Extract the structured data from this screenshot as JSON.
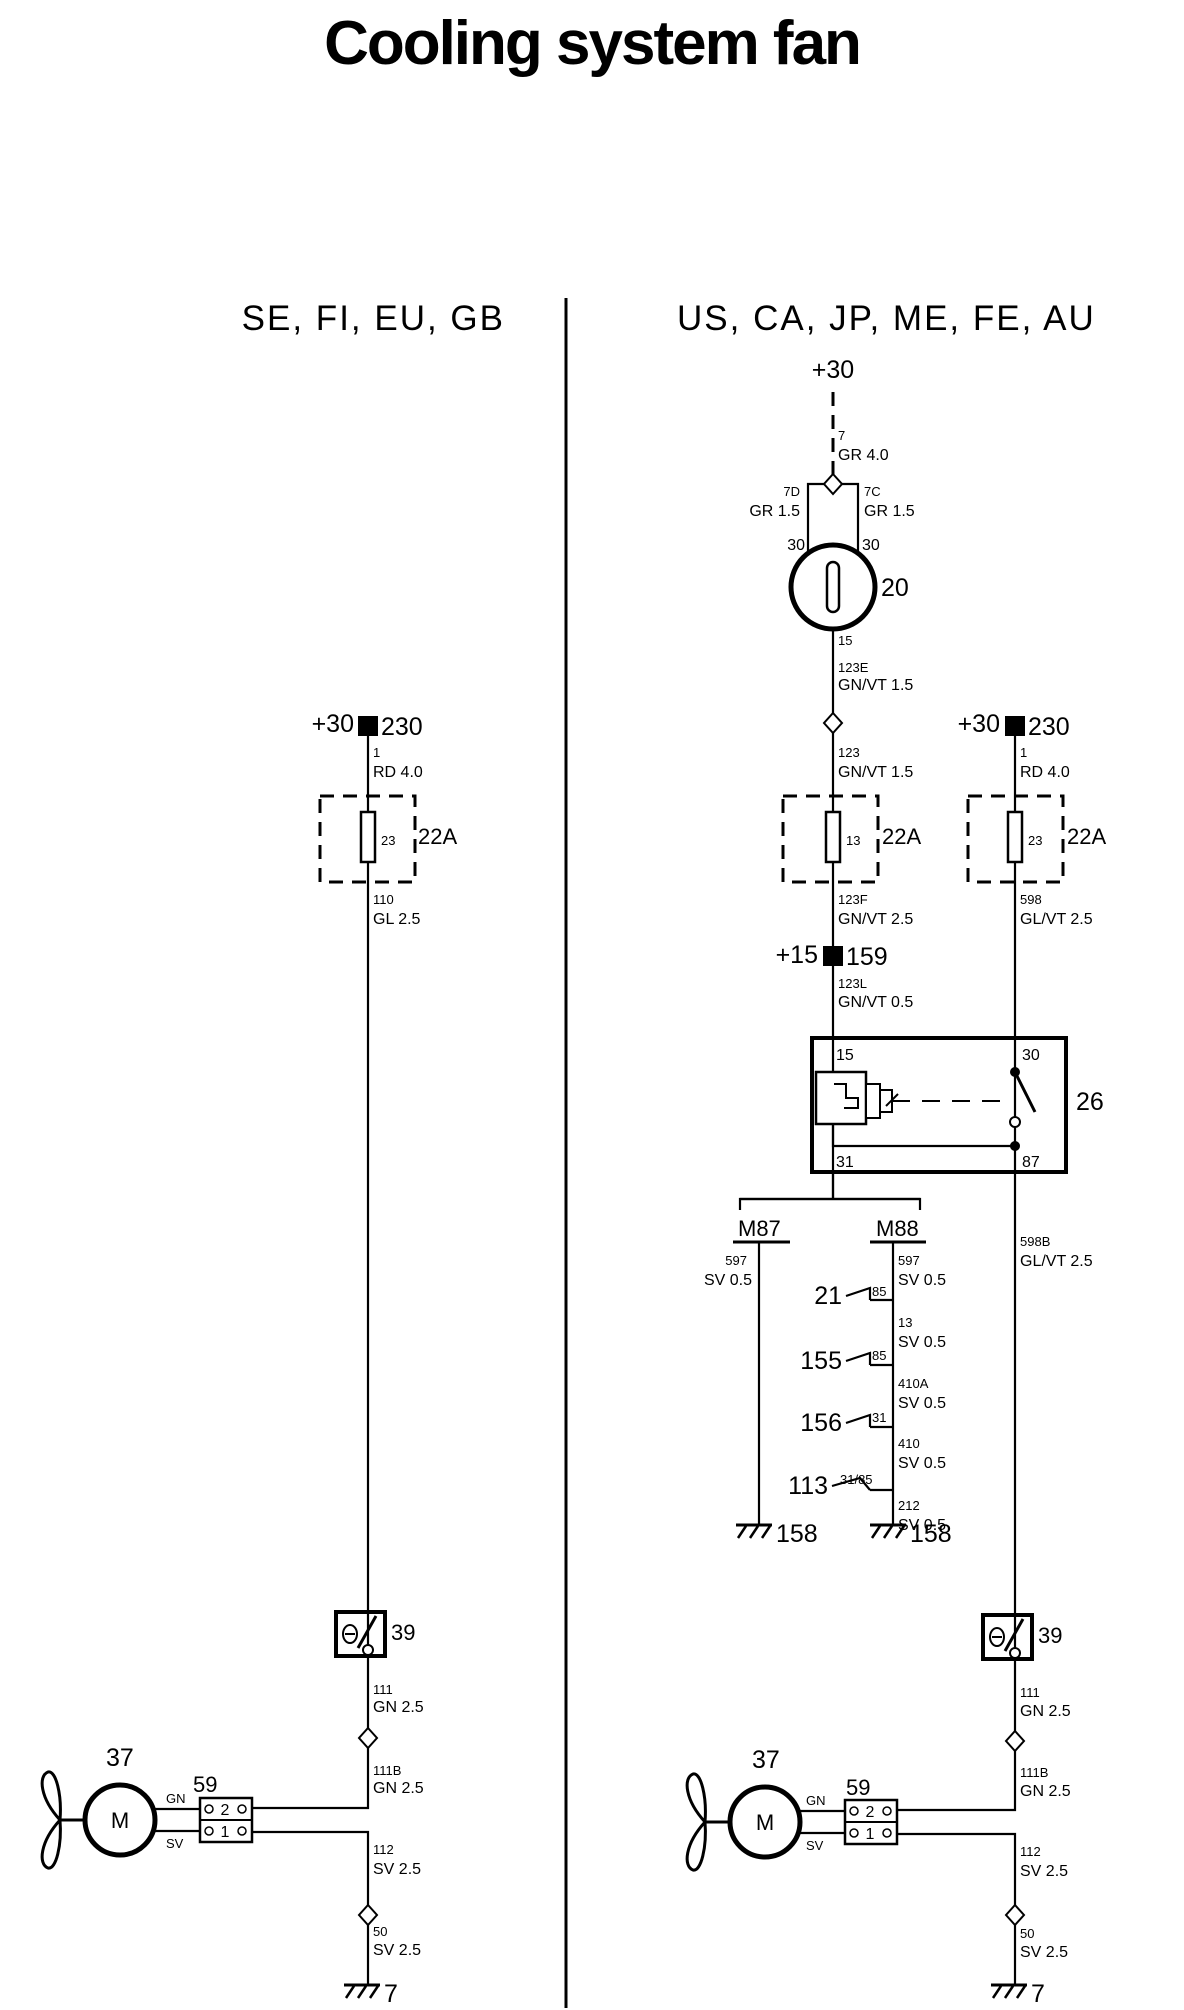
{
  "title": "Cooling system fan",
  "left": {
    "header": "SE, FI, EU, GB",
    "supply": {
      "term": "+30",
      "num": "230"
    },
    "w_supply": [
      "1",
      "RD 4.0"
    ],
    "fuse": {
      "pin": "23",
      "label": "22A"
    },
    "w_fuse_out": [
      "110",
      "GL 2.5"
    ],
    "switch_label": "39",
    "w_111": [
      "111",
      "GN 2.5"
    ],
    "w_111b": [
      "111B",
      "GN 2.5"
    ],
    "w_112": [
      "112",
      "SV 2.5"
    ],
    "w_50": [
      "50",
      "SV 2.5"
    ],
    "ground": "7",
    "motor": {
      "num": "37",
      "letter": "M"
    },
    "conn": {
      "num": "59",
      "p2": "2",
      "p1": "1",
      "gn": "GN",
      "sv": "SV"
    }
  },
  "right": {
    "header": "US, CA, JP, ME, FE, AU",
    "supply_top": "+30",
    "w_7": [
      "7",
      "GR 4.0"
    ],
    "w_7d": [
      "7D",
      "GR 1.5"
    ],
    "w_7c": [
      "7C",
      "GR 1.5"
    ],
    "ign": {
      "num": "20",
      "pin_l": "30",
      "pin_r": "30",
      "pin_out": "15"
    },
    "w_123e": [
      "123E",
      "GN/VT 1.5"
    ],
    "w_123": [
      "123",
      "GN/VT 1.5"
    ],
    "fuse_a": {
      "pin": "13",
      "label": "22A"
    },
    "w_123f": [
      "123F",
      "GN/VT 2.5"
    ],
    "plus15": {
      "term": "+15",
      "num": "159"
    },
    "w_123l": [
      "123L",
      "GN/VT 0.5"
    ],
    "supply_b": {
      "term": "+30",
      "num": "230"
    },
    "w_supply_b": [
      "1",
      "RD 4.0"
    ],
    "fuse_b": {
      "pin": "23",
      "label": "22A"
    },
    "w_598": [
      "598",
      "GL/VT 2.5"
    ],
    "relay": {
      "num": "26",
      "p15": "15",
      "p30": "30",
      "p31": "31",
      "p87": "87"
    },
    "w_598b": [
      "598B",
      "GL/VT 2.5"
    ],
    "m87": "M87",
    "m88": "M88",
    "w_597a": [
      "597",
      "SV 0.5"
    ],
    "w_597b": [
      "597",
      "SV 0.5"
    ],
    "n21": {
      "num": "21",
      "pin": "85"
    },
    "w_13": [
      "13",
      "SV 0.5"
    ],
    "n155": {
      "num": "155",
      "pin": "85"
    },
    "w_410a": [
      "410A",
      "SV 0.5"
    ],
    "n156": {
      "num": "156",
      "pin": "31"
    },
    "w_410": [
      "410",
      "SV 0.5"
    ],
    "n113": {
      "num": "113",
      "pin": "31/85"
    },
    "w_212": [
      "212",
      "SV 0.5"
    ],
    "gnd_a": "158",
    "gnd_b": "158",
    "switch_label": "39",
    "w_111": [
      "111",
      "GN 2.5"
    ],
    "w_111b": [
      "111B",
      "GN 2.5"
    ],
    "w_112": [
      "112",
      "SV 2.5"
    ],
    "w_50": [
      "50",
      "SV 2.5"
    ],
    "ground": "7",
    "motor": {
      "num": "37",
      "letter": "M"
    },
    "conn": {
      "num": "59",
      "p2": "2",
      "p1": "1",
      "gn": "GN",
      "sv": "SV"
    }
  }
}
